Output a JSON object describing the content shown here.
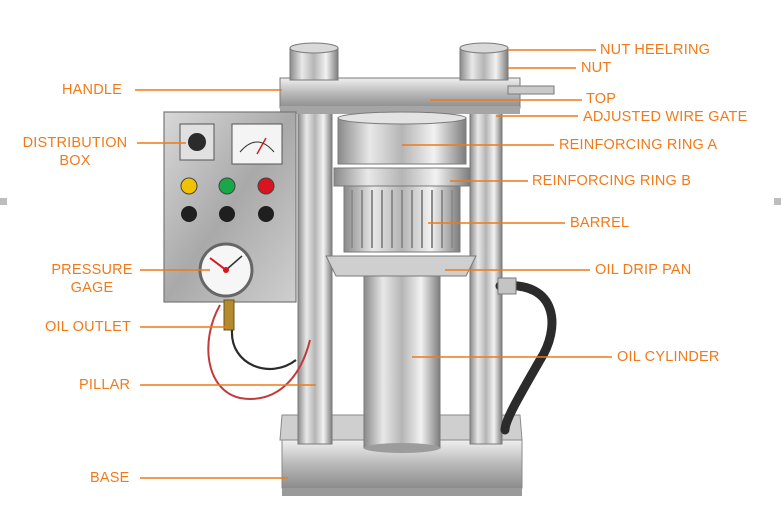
{
  "labels": {
    "nut_heelring": "NUT HEELRING",
    "nut": "NUT",
    "top": "TOP",
    "adjusted_wire_gate": "ADJUSTED WIRE GATE",
    "reinforcing_ring_a": "REINFORCING RING A",
    "reinforcing_ring_b": "REINFORCING RING B",
    "barrel": "BARREL",
    "oil_drip_pan": "OIL DRIP PAN",
    "oil_cylinder": "OIL CYLINDER",
    "handle": "HANDLE",
    "distribution_box_line1": "DISTRIBUTION",
    "distribution_box_line2": "BOX",
    "pressure_gage_line1": "PRESSURE",
    "pressure_gage_line2": "GAGE",
    "oil_outlet": "OIL OUTLET",
    "pillar": "PILLAR",
    "base": "BASE"
  },
  "colors": {
    "label": "#f07a1a",
    "leader": "#f07a1a",
    "steel_light": "#e6e6e6",
    "steel_mid": "#b8b8b8",
    "steel_dark": "#7a7a7a",
    "indicator_yellow": "#f2c200",
    "indicator_green": "#18a84a",
    "indicator_red": "#d8141e",
    "hose": "#2b2b2b",
    "cable_red": "#c23a3a"
  }
}
